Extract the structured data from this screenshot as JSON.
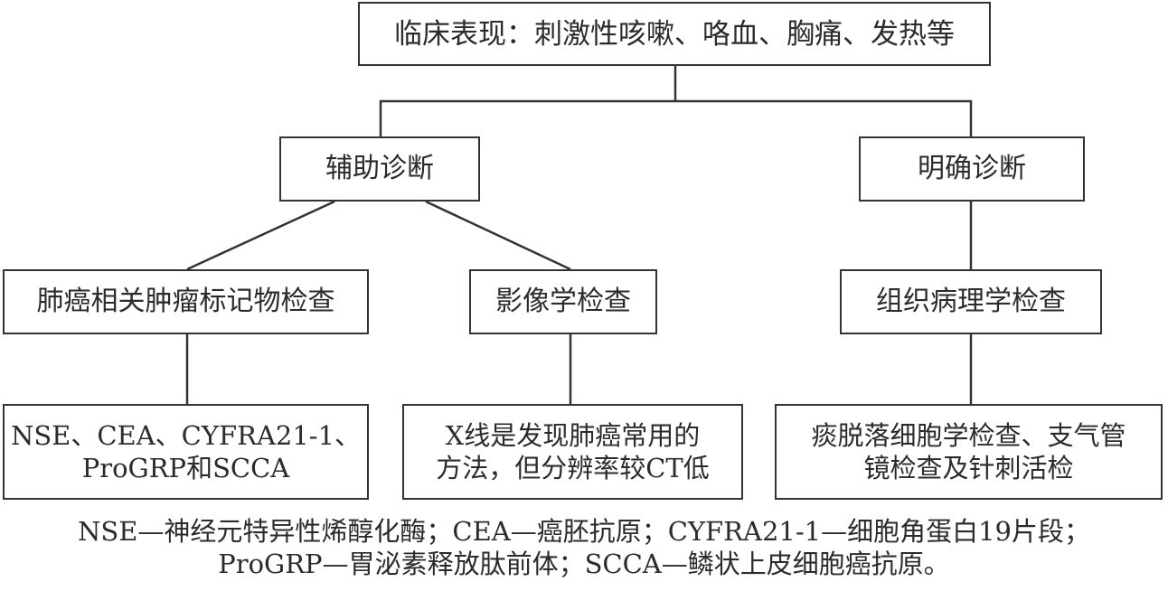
{
  "diagram": {
    "root": {
      "label": "临床表现：刺激性咳嗽、咯血、胸痛、发热等"
    },
    "branches": [
      {
        "label": "辅助诊断",
        "children": [
          {
            "label": "肺癌相关肿瘤标记物检查",
            "detail": [
              "NSE、CEA、CYFRA21-1、",
              "ProGRP和SCCA"
            ]
          },
          {
            "label": "影像学检查",
            "detail": [
              "X线是发现肺癌常用的",
              "方法，但分辨率较CT低"
            ]
          }
        ]
      },
      {
        "label": "明确诊断",
        "children": [
          {
            "label": "组织病理学检查",
            "detail": [
              "痰脱落细胞学检查、支气管",
              "镜检查及针刺活检"
            ]
          }
        ]
      }
    ],
    "footnote": [
      "NSE—神经元特异性烯醇化酶；CEA—癌胚抗原；CYFRA21-1—细胞角蛋白19片段；",
      "ProGRP—胃泌素释放肽前体；SCCA—鳞状上皮细胞癌抗原。"
    ],
    "colors": {
      "line": "#333333",
      "text": "#2b2b2b",
      "background": "#ffffff"
    }
  }
}
